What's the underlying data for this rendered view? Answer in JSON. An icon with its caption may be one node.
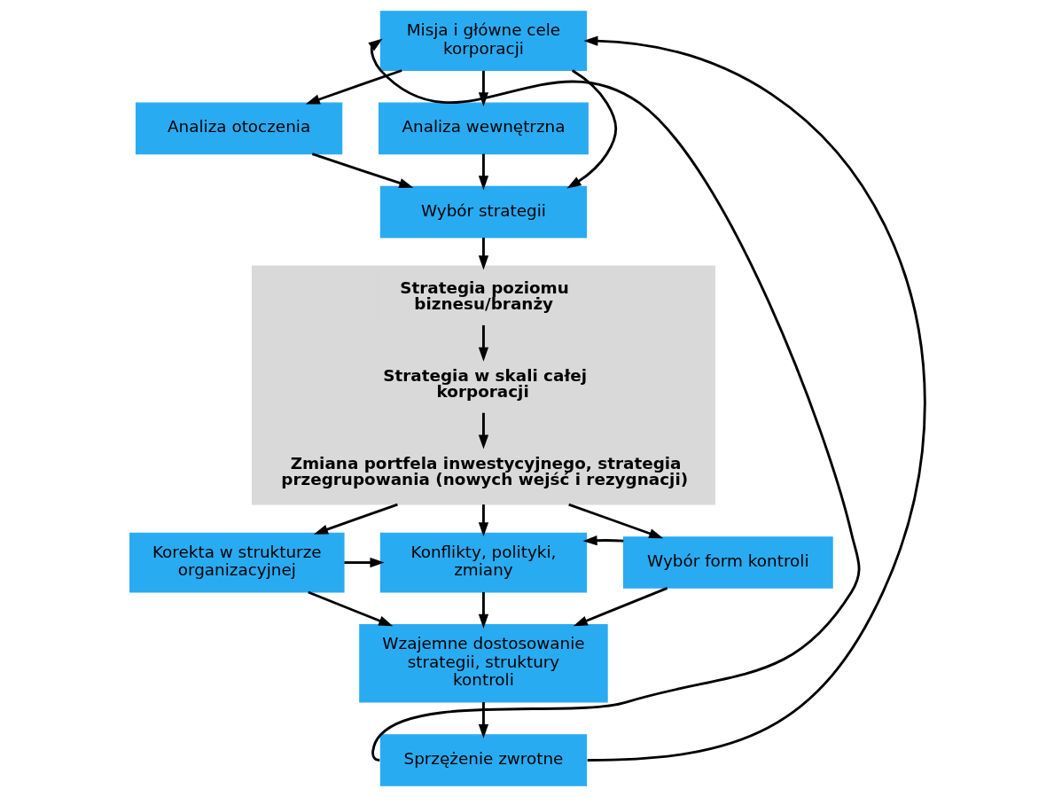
{
  "diagram": {
    "nodes": [
      {
        "text": [
          "Misja i główne cele korporacji"
        ]
      },
      {
        "text": [
          "Analiza otoczenia"
        ]
      },
      {
        "text": [
          "Analiza wewnętrzna"
        ]
      },
      {
        "text": [
          "Wybór strategii"
        ]
      },
      {
        "text": [],
        "shape": "box"
      },
      {
        "text": [
          "Strategia poziomu biznesu/branży"
        ],
        "in": 4
      },
      {
        "text": [
          "Strategia w skali całej korporacji"
        ],
        "in": 4
      },
      {
        "text": [
          "Zmiana portfela inwestycyjnego, strategia przegrupowania (nowych wejść i rezygnacji)"
        ],
        "in": 4
      },
      {
        "text": [
          "Korekta w strukturze organizacyjnej"
        ]
      },
      {
        "text": [
          "Konflikty, polityki, zmiany"
        ]
      },
      {
        "text": [
          "Wybór form kontroli"
        ]
      },
      {
        "text": [
          "Wzajemne dostosowanie strategii, struktury kontroli"
        ]
      },
      {
        "text": [
          "Sprzężenie zwrotne"
        ]
      }
    ],
    "edges": [
      {
        "from": 0,
        "to": 1,
        "arrow": "to"
      },
      {
        "from": 0,
        "to": 3,
        "arrow": "to"
      },
      {
        "from": 0,
        "to": 2,
        "arrow": "to"
      },
      {
        "from": 1,
        "to": 3,
        "arrow": "to"
      },
      {
        "from": 2,
        "to": 3,
        "arrow": "to"
      },
      {
        "from": 3,
        "to": 4,
        "arrow": "to"
      },
      {
        "from": 5,
        "to": 6,
        "arrow": "to"
      },
      {
        "from": 6,
        "to": 7,
        "arrow": "to"
      },
      {
        "from": 4,
        "to": 8,
        "arrow": "to"
      },
      {
        "from": 4,
        "to": 9,
        "arrow": "to"
      },
      {
        "from": 4,
        "to": 10,
        "arrow": "to"
      },
      {
        "from": 8,
        "to": 9,
        "arrow": "to"
      },
      {
        "from": 10,
        "to": 9,
        "arrow": "to"
      },
      {
        "from": 9,
        "to": 11,
        "arrow": "to"
      },
      {
        "from": 8,
        "to": 11,
        "arrow": "to"
      },
      {
        "from": 10,
        "to": 11,
        "arrow": "to"
      },
      {
        "from": 11,
        "to": 12,
        "arrow": "to"
      },
      {
        "from": 12,
        "to": 0,
        "arrow": "to"
      },
      {
        "from": 12,
        "to": 0,
        "arrow": "to"
      }
    ]
  }
}
